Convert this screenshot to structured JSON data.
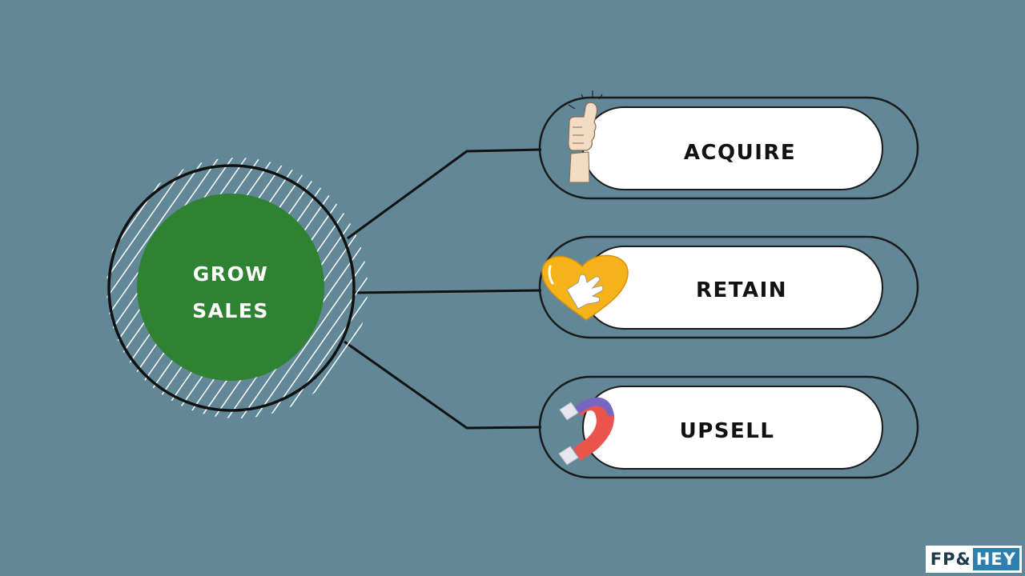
{
  "center": {
    "line1": "GROW",
    "line2": "SALES"
  },
  "items": [
    {
      "label": "ACQUIRE",
      "icon": "thumbs-up-icon"
    },
    {
      "label": "RETAIN",
      "icon": "heart-hand-icon"
    },
    {
      "label": "UPSELL",
      "icon": "magnet-icon"
    }
  ],
  "logo": {
    "left": "FP&",
    "right": "HEY"
  },
  "colors": {
    "background": "#628898",
    "center_circle": "#2e8232",
    "pill": "#ffffff",
    "outline": "#1a1a1a",
    "heart": "#f5b319",
    "magnet_red": "#e9554d",
    "magnet_purple": "#7567c2"
  }
}
